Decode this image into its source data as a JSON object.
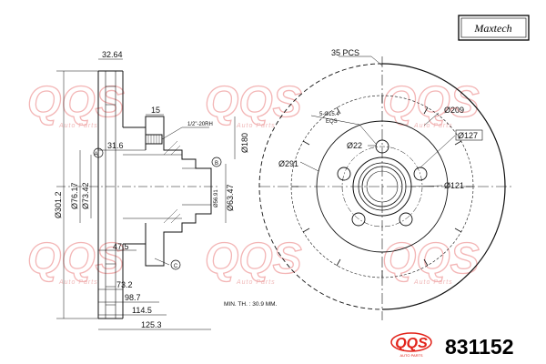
{
  "brand": {
    "name": "Maxtech"
  },
  "footer": {
    "part_number": "831152",
    "logo_text": "QQS",
    "logo_subtext": "AUTO PARTS"
  },
  "watermark": {
    "text": "QQS",
    "subtext": "Auto Parts"
  },
  "side_view": {
    "dims": {
      "top_width": "32.64",
      "flange": "15",
      "thread": "1/2\"-20RH",
      "hub_step": "31.6",
      "outer_dia": "Ø301.2",
      "dia_76": "Ø76.17",
      "dia_73": "Ø73.42",
      "dia_56": "Ø56.91",
      "dia_63": "Ø63.47",
      "dia_180": "Ø180",
      "d47": "47.5",
      "d73": "73.2",
      "d98": "98.7",
      "d114": "114.5",
      "d125": "125.3"
    },
    "refs": {
      "a": "A",
      "b": "B",
      "c": "C"
    },
    "min_thickness": "MIN. TH. : 30.9 MM."
  },
  "front_view": {
    "dims": {
      "pcs": "35 PCS",
      "holes": "5-Ø15.4",
      "eqs": "EQS",
      "dia_209": "Ø209",
      "dia_127": "Ø127",
      "dia_22": "Ø22",
      "dia_291": "Ø291",
      "dia_121": "Ø121"
    }
  }
}
